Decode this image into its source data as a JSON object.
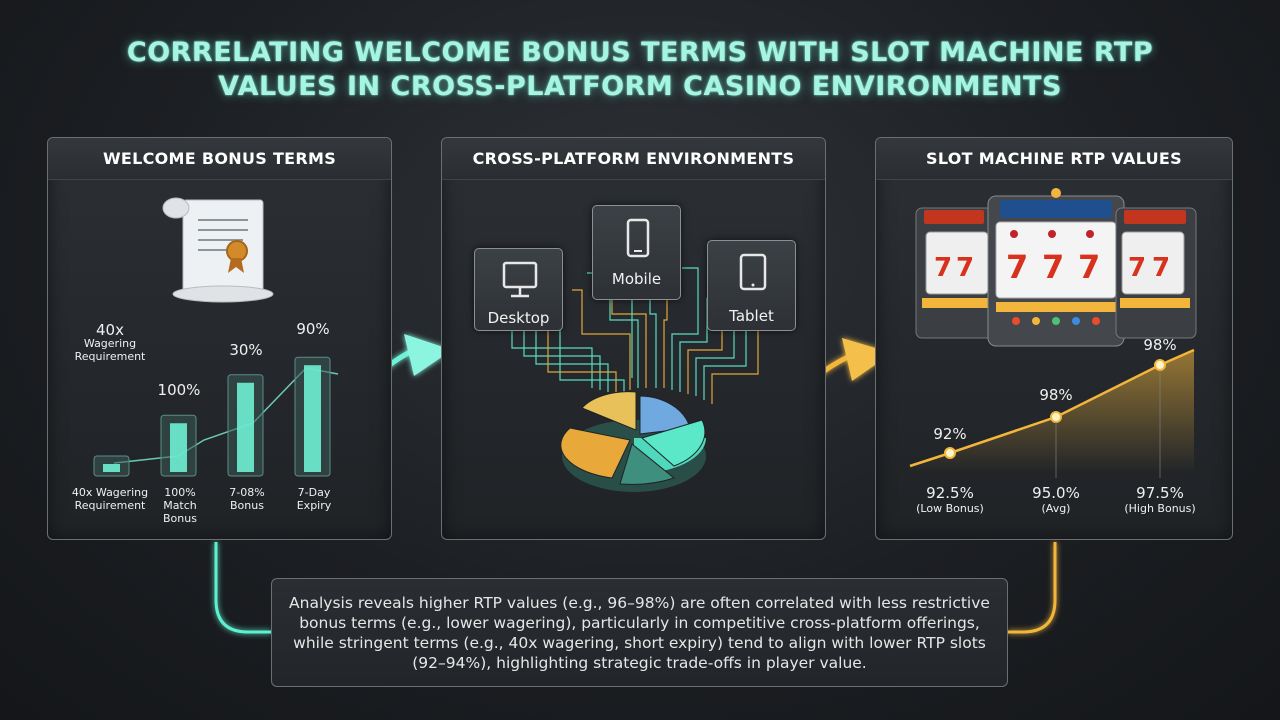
{
  "title": {
    "line1": "CORRELATING WELCOME BONUS TERMS WITH SLOT MACHINE RTP",
    "line2": "VALUES IN CROSS-PLATFORM CASINO ENVIRONMENTS"
  },
  "panels": {
    "bonus": {
      "heading": "WELCOME BONUS TERMS",
      "bars": [
        {
          "value_label": "40x",
          "value_sub": "Wagering Requirement",
          "category": "40x Wagering Requirement",
          "fill": 0.12
        },
        {
          "value_label": "100%",
          "value_sub": "",
          "category": "100% Match Bonus",
          "fill": 0.45
        },
        {
          "value_label": "30%",
          "value_sub": "",
          "category": "7-08% Bonus",
          "fill": 0.75
        },
        {
          "value_label": "90%",
          "value_sub": "",
          "category": "7-Day Expiry",
          "fill": 0.88
        }
      ]
    },
    "platform": {
      "heading": "CROSS-PLATFORM ENVIRONMENTS",
      "devices": [
        {
          "label": "Desktop",
          "icon": "monitor-icon"
        },
        {
          "label": "Mobile",
          "icon": "smartphone-icon"
        },
        {
          "label": "Tablet",
          "icon": "tablet-icon"
        }
      ]
    },
    "rtp": {
      "heading": "SLOT MACHINE RTP VALUES",
      "points": [
        {
          "top_label": "92%",
          "value_label": "92.5%",
          "sub_label": "(Low Bonus)"
        },
        {
          "top_label": "98%",
          "value_label": "95.0%",
          "sub_label": "(Avg)"
        },
        {
          "top_label": "98%",
          "value_label": "97.5%",
          "sub_label": "(High Bonus)"
        }
      ]
    }
  },
  "summary": "Analysis reveals higher RTP values (e.g., 96–98%) are often correlated with less restrictive bonus terms (e.g., lower wagering), particularly in competitive cross-platform offerings, while stringent terms (e.g., 40x wagering, short expiry) tend to align with lower RTP slots (92–94%), highlighting strategic trade-offs in player value.",
  "colors": {
    "teal": "#5ff0d0",
    "gold": "#f2b63c",
    "title": "#a6f5e3"
  }
}
